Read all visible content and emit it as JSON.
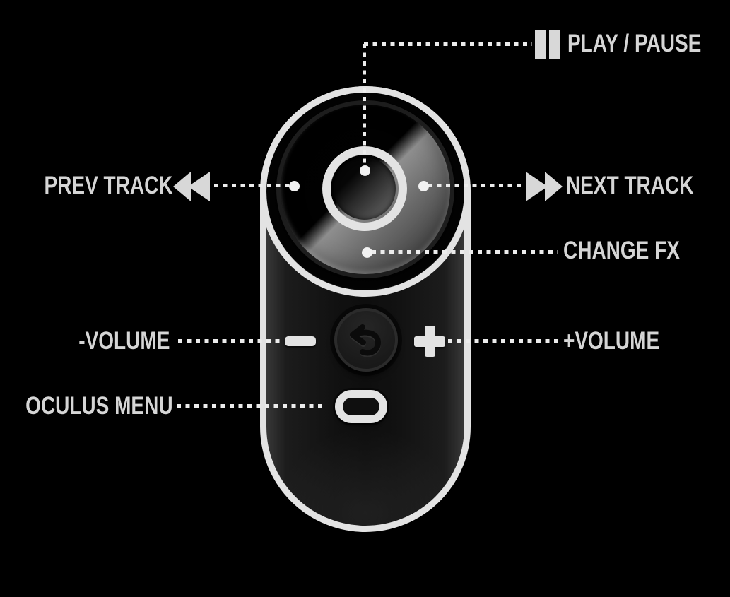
{
  "colors": {
    "background": "#000000",
    "outline": "#e3e3e3",
    "label": "#d5d5d5",
    "dotted_line": "#ececec",
    "icon": "#d8d8d8"
  },
  "device": {
    "name": "oculus-remote",
    "parts": [
      "touchpad",
      "touchpad-center-button",
      "back-button",
      "volume-down-button",
      "volume-up-button",
      "oculus-menu-button"
    ]
  },
  "callouts": {
    "play_pause": {
      "label": "PLAY / PAUSE",
      "icon": "pause-icon"
    },
    "prev_track": {
      "label": "PREV TRACK",
      "icon": "rewind-icon"
    },
    "next_track": {
      "label": "NEXT TRACK",
      "icon": "fast-forward-icon"
    },
    "change_fx": {
      "label": "CHANGE FX",
      "icon": null
    },
    "volume_down": {
      "label": "-VOLUME",
      "icon": null
    },
    "volume_up": {
      "label": "+VOLUME",
      "icon": null
    },
    "oculus_menu": {
      "label": "OCULUS MENU",
      "icon": null
    }
  }
}
